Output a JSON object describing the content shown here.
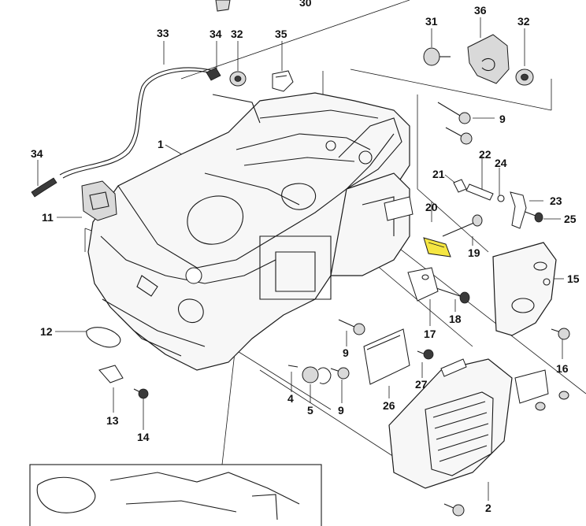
{
  "highlight_color": "#f5e642",
  "labels": [
    {
      "id": "lbl-30",
      "text": "30"
    },
    {
      "id": "lbl-33",
      "text": "33"
    },
    {
      "id": "lbl-34a",
      "text": "34"
    },
    {
      "id": "lbl-32a",
      "text": "32"
    },
    {
      "id": "lbl-35",
      "text": "35"
    },
    {
      "id": "lbl-31",
      "text": "31"
    },
    {
      "id": "lbl-36",
      "text": "36"
    },
    {
      "id": "lbl-32b",
      "text": "32"
    },
    {
      "id": "lbl-9a",
      "text": "9"
    },
    {
      "id": "lbl-1",
      "text": "1"
    },
    {
      "id": "lbl-34b",
      "text": "34"
    },
    {
      "id": "lbl-22",
      "text": "22"
    },
    {
      "id": "lbl-21",
      "text": "21"
    },
    {
      "id": "lbl-24",
      "text": "24"
    },
    {
      "id": "lbl-23",
      "text": "23"
    },
    {
      "id": "lbl-20",
      "text": "20"
    },
    {
      "id": "lbl-11",
      "text": "11"
    },
    {
      "id": "lbl-25",
      "text": "25"
    },
    {
      "id": "lbl-19",
      "text": "19"
    },
    {
      "id": "lbl-15",
      "text": "15"
    },
    {
      "id": "lbl-18",
      "text": "18"
    },
    {
      "id": "lbl-12",
      "text": "12"
    },
    {
      "id": "lbl-17",
      "text": "17"
    },
    {
      "id": "lbl-9b",
      "text": "9"
    },
    {
      "id": "lbl-16",
      "text": "16"
    },
    {
      "id": "lbl-27",
      "text": "27"
    },
    {
      "id": "lbl-4",
      "text": "4"
    },
    {
      "id": "lbl-5",
      "text": "5"
    },
    {
      "id": "lbl-9c",
      "text": "9"
    },
    {
      "id": "lbl-26",
      "text": "26"
    },
    {
      "id": "lbl-13",
      "text": "13"
    },
    {
      "id": "lbl-14",
      "text": "14"
    },
    {
      "id": "lbl-2",
      "text": "2"
    }
  ]
}
